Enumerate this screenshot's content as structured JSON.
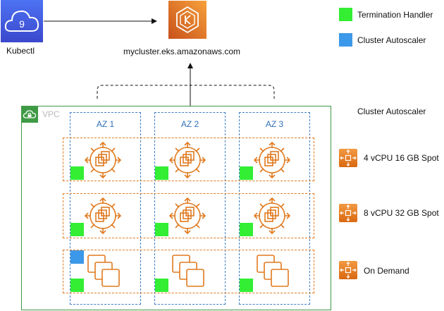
{
  "kubectl": {
    "label": "Kubectl",
    "icon": "kubectl-cloud-icon",
    "badge": "9"
  },
  "eks": {
    "label": "mycluster.eks.amazonaws.com",
    "icon": "eks-icon"
  },
  "vpc": {
    "label": "VPC",
    "icon": "vpc-cloud-lock-icon"
  },
  "azs": [
    {
      "label": "AZ 1"
    },
    {
      "label": "AZ 2"
    },
    {
      "label": "AZ 3"
    }
  ],
  "legend": {
    "termination_handler": {
      "label": "Termination Handler",
      "color": "#33ee33"
    },
    "cluster_autoscaler": {
      "label": "Cluster Autoscaler",
      "color": "#3c98e8"
    }
  },
  "cluster_autoscaler_heading": "Cluster Autoscaler",
  "node_groups": [
    {
      "label": "4 vCPU 16 GB Spot",
      "icon": "auto-scaling-group-icon"
    },
    {
      "label": "8 vCPU 32 GB Spot",
      "icon": "auto-scaling-group-icon"
    },
    {
      "label": "On Demand",
      "icon": "auto-scaling-group-icon"
    }
  ],
  "colors": {
    "orange": "#e07a1f",
    "az_blue": "#3c7fc5",
    "vpc_green": "#3f9a45"
  }
}
